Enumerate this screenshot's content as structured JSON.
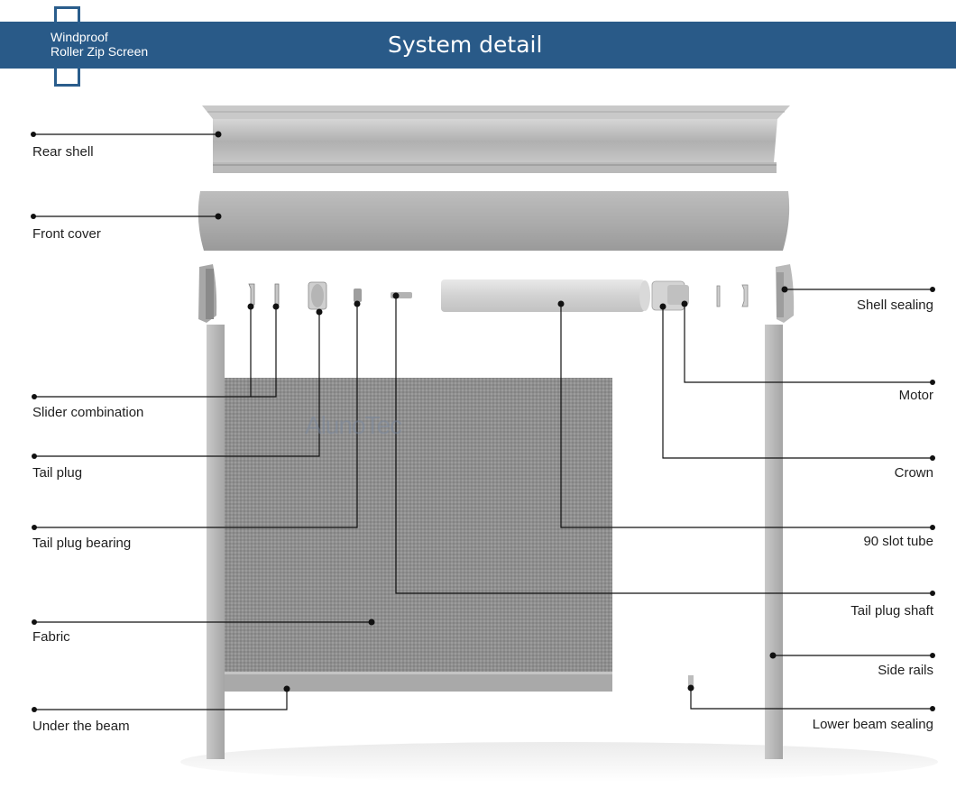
{
  "header": {
    "brand_line1": "Windproof",
    "brand_line2": "Roller Zip Screen",
    "title": "System detail"
  },
  "watermark": "AlunoTec",
  "labels": {
    "rear_shell": "Rear shell",
    "front_cover": "Front cover",
    "slider_combination": "Slider combination",
    "tail_plug": "Tail plug",
    "tail_plug_bearing": "Tail plug bearing",
    "fabric": "Fabric",
    "under_the_beam": "Under the beam",
    "shell_sealing": "Shell sealing",
    "motor": "Motor",
    "crown": "Crown",
    "slot_tube": "90 slot tube",
    "tail_plug_shaft": "Tail plug shaft",
    "side_rails": "Side rails",
    "lower_beam_sealing": "Lower beam sealing"
  },
  "colors": {
    "banner": "#295a88",
    "frame": "#2a5d8c",
    "aluminium": "#b4b4b4",
    "fabric": "#8e8e8e",
    "leader": "#111111"
  }
}
